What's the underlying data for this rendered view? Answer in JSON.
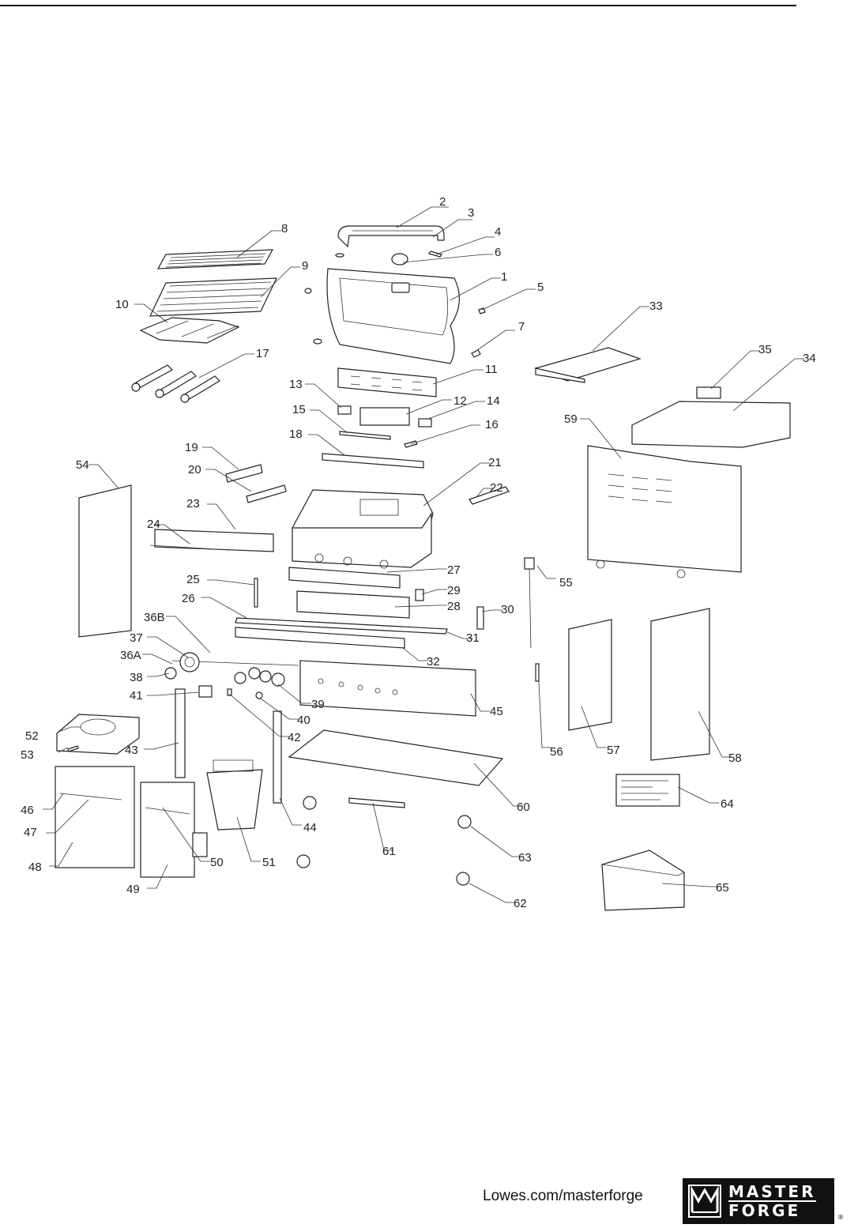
{
  "diagram": {
    "labels": {
      "p1": "1",
      "p2": "2",
      "p3": "3",
      "p4": "4",
      "p5": "5",
      "p6": "6",
      "p7": "7",
      "p8": "8",
      "p9": "9",
      "p10": "10",
      "p11": "11",
      "p12": "12",
      "p13": "13",
      "p14": "14",
      "p15": "15",
      "p16": "16",
      "p17": "17",
      "p18": "18",
      "p19": "19",
      "p20": "20",
      "p21": "21",
      "p22": "22",
      "p23": "23",
      "p24": "24",
      "p25": "25",
      "p26": "26",
      "p27": "27",
      "p28": "28",
      "p29": "29",
      "p30": "30",
      "p31": "31",
      "p32": "32",
      "p33": "33",
      "p34": "34",
      "p35": "35",
      "p36A": "36A",
      "p36B": "36B",
      "p37": "37",
      "p38": "38",
      "p39": "39",
      "p40": "40",
      "p41": "41",
      "p42": "42",
      "p43": "43",
      "p44": "44",
      "p45": "45",
      "p46": "46",
      "p47": "47",
      "p48": "48",
      "p49": "49",
      "p50": "50",
      "p51": "51",
      "p52": "52",
      "p53": "53",
      "p54": "54",
      "p55": "55",
      "p56": "56",
      "p57": "57",
      "p58": "58",
      "p59": "59",
      "p60": "60",
      "p61": "61",
      "p62": "62",
      "p63": "63",
      "p64": "64",
      "p65": "65"
    }
  },
  "footer": {
    "url": "Lowes.com/masterforge",
    "logo_line1": "MASTER",
    "logo_line2": "FORGE",
    "registered": "®"
  }
}
